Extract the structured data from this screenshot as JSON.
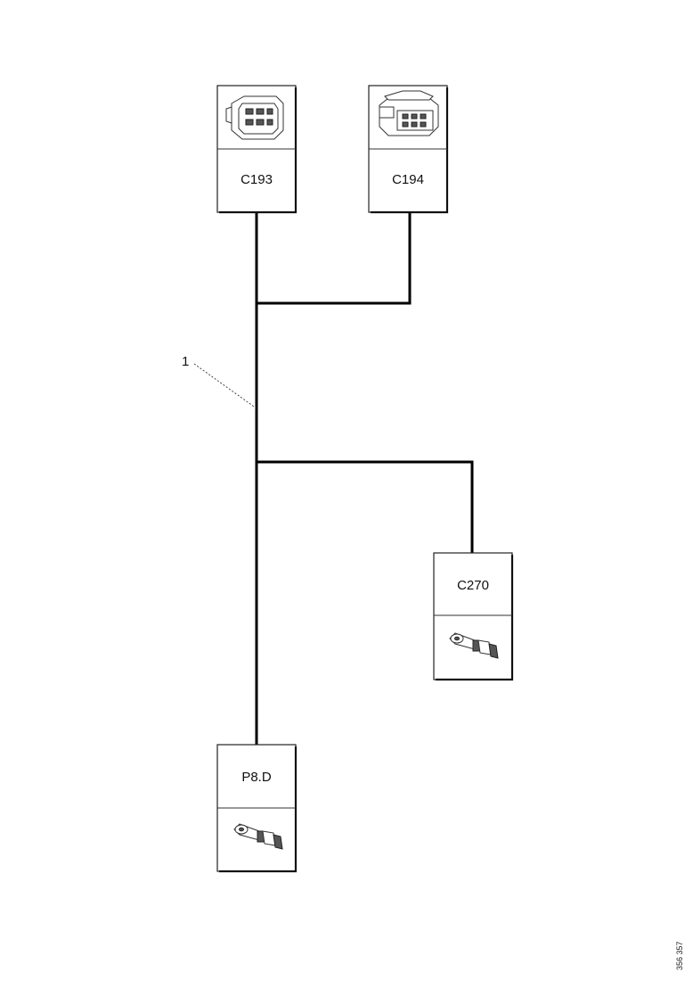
{
  "diagram": {
    "connectors": [
      {
        "id": "c193",
        "label": "C193",
        "icon": "connector-plug-icon"
      },
      {
        "id": "c194",
        "label": "C194",
        "icon": "connector-plug-icon"
      },
      {
        "id": "c270",
        "label": "C270",
        "icon": "ring-terminal-icon"
      },
      {
        "id": "p8d",
        "label": "P8.D",
        "icon": "ring-terminal-icon"
      }
    ],
    "callout": "1",
    "reference": "356 357"
  }
}
